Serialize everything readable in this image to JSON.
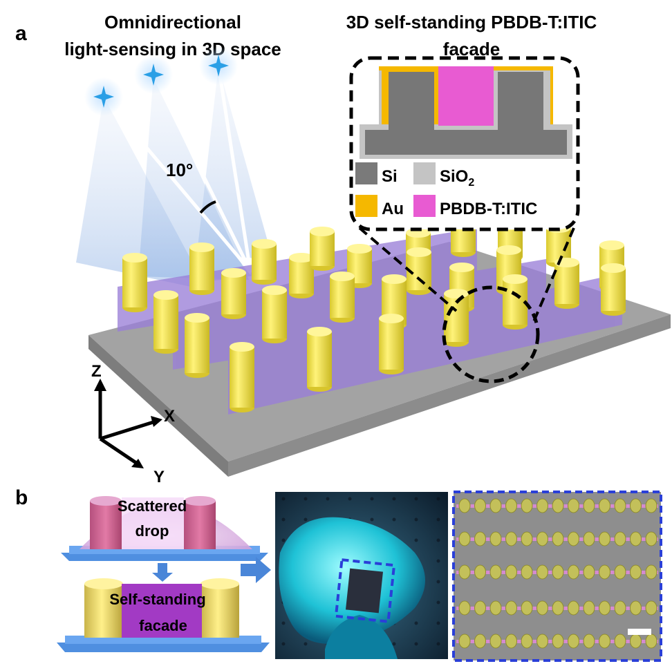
{
  "panel_a": {
    "label": "a",
    "title_left_line1": "Omnidirectional",
    "title_left_line2": "light-sensing in 3D space",
    "title_right_line1": "3D self-standing PBDB-T:ITIC",
    "title_right_line2": "facade",
    "angle": "10°",
    "axes": {
      "z": "Z",
      "x": "X",
      "y": "Y"
    },
    "legend": [
      {
        "text": "Si",
        "color": "#7a7a7a"
      },
      {
        "text": "SiO",
        "sub": "2",
        "color": "#c4c4c4"
      },
      {
        "text": "Au",
        "color": "#f5b800"
      },
      {
        "text": "PBDB-T:ITIC",
        "color": "#e85bd2"
      }
    ]
  },
  "panel_b": {
    "label": "b",
    "drop_line1": "Scattered",
    "drop_line2": "drop",
    "facade_line1": "Self-standing",
    "facade_line2": "facade"
  },
  "colors": {
    "pillar": "#f2e64a",
    "film": "#9a7fd8",
    "substrate": "#9a9a9a",
    "dashed_frame": "#2a3fd8",
    "star": "#2a9fe6",
    "arrow": "#4a86d8"
  }
}
